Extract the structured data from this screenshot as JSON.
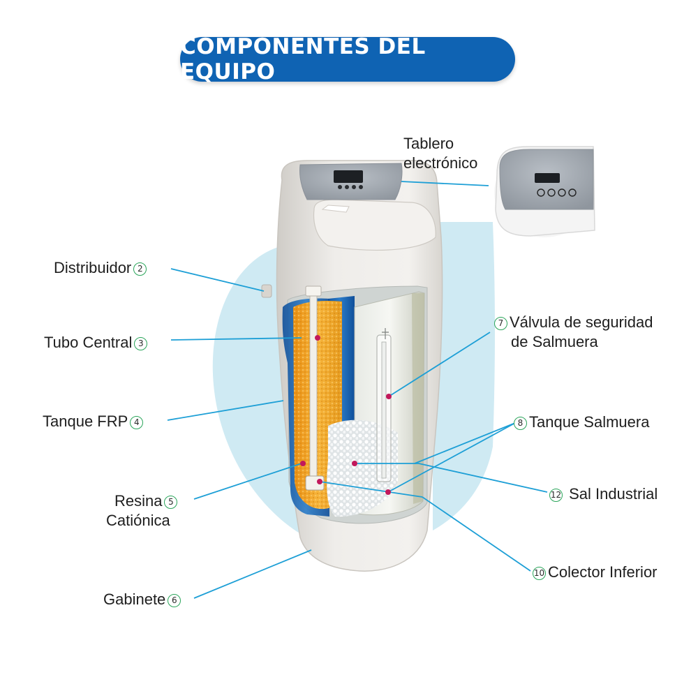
{
  "title": "COMPONENTES DEL EQUIPO",
  "labels": {
    "panel": {
      "line1": "Tablero",
      "line2": "electrónico"
    },
    "distributor": {
      "text": "Distribuidor",
      "num": "2"
    },
    "central_tube": {
      "text": "Tubo Central",
      "num": "3"
    },
    "frp_tank": {
      "text": "Tanque FRP",
      "num": "4"
    },
    "resin": {
      "line1": "Resina",
      "line2": "Catiónica",
      "num": "5"
    },
    "cabinet": {
      "text": "Gabinete",
      "num": "6"
    },
    "brine_valve": {
      "line1": "Válvula de seguridad",
      "line2": "de Salmuera",
      "num": "7"
    },
    "brine_tank": {
      "text": "Tanque Salmuera",
      "num": "8"
    },
    "salt": {
      "text": "Sal Industrial",
      "num": "12"
    },
    "collector": {
      "text": "Colector Inferior",
      "num": "10"
    }
  },
  "colors": {
    "title_bg": "#0f63b3",
    "leader_line": "#1d9fd6",
    "marker_dot": "#c2185b",
    "number_circle": "#2aa55a",
    "backdrop": "#cfeaf3",
    "resin": "#f2a324",
    "frp_tank_wall": "#1a5fa8",
    "cabinet": "#e9e6e2"
  }
}
